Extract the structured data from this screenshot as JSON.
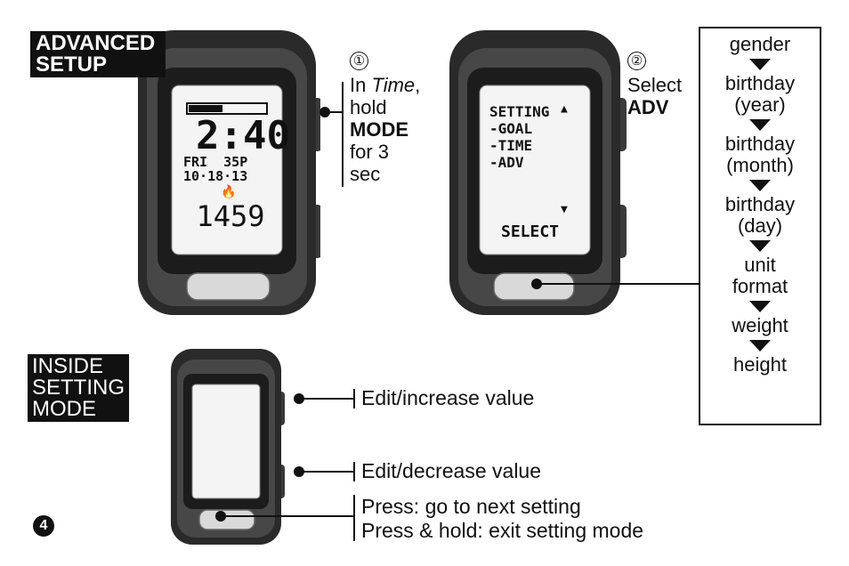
{
  "advanced_setup": {
    "lines": [
      "ADVANCED",
      "SETUP"
    ]
  },
  "inside_setting_mode": {
    "lines": [
      "INSIDE",
      "SETTING",
      "MODE"
    ]
  },
  "step1": {
    "number": "①",
    "line1_prefix": "In ",
    "line1_italic": "Time",
    "line1_suffix": ",",
    "line2": "hold",
    "line3": "MODE",
    "line4": "for 3",
    "line5": "sec"
  },
  "step2": {
    "number": "②",
    "line1": "Select",
    "line2": "ADV"
  },
  "watch1_screen": {
    "bar": "",
    "time": "2:40",
    "day_temp": "FRI  35P",
    "date": "10·18·13",
    "flame": "🔥",
    "calories": "1459"
  },
  "watch2_screen": {
    "title": "SETTING",
    "items": [
      "-GOAL",
      "-TIME",
      "-ADV"
    ],
    "up_arrow": "▲",
    "down_arrow": "▼",
    "select": "SELECT"
  },
  "flow": [
    {
      "lines": [
        "gender"
      ]
    },
    {
      "lines": [
        "birthday",
        "(year)"
      ]
    },
    {
      "lines": [
        "birthday",
        "(month)"
      ]
    },
    {
      "lines": [
        "birthday",
        "(day)"
      ]
    },
    {
      "lines": [
        "unit",
        "format"
      ]
    },
    {
      "lines": [
        "weight"
      ]
    },
    {
      "lines": [
        "height"
      ]
    }
  ],
  "callouts": {
    "increase": "Edit/increase value",
    "decrease": "Edit/decrease value",
    "press": "Press: go to next setting",
    "hold": "Press & hold: exit setting mode"
  },
  "page_number": "4",
  "colors": {
    "body_dark": "#2a2a2a",
    "body_mid": "#4a4a4a",
    "screen": "#f4f4f4",
    "button": "#d9d9d9"
  }
}
